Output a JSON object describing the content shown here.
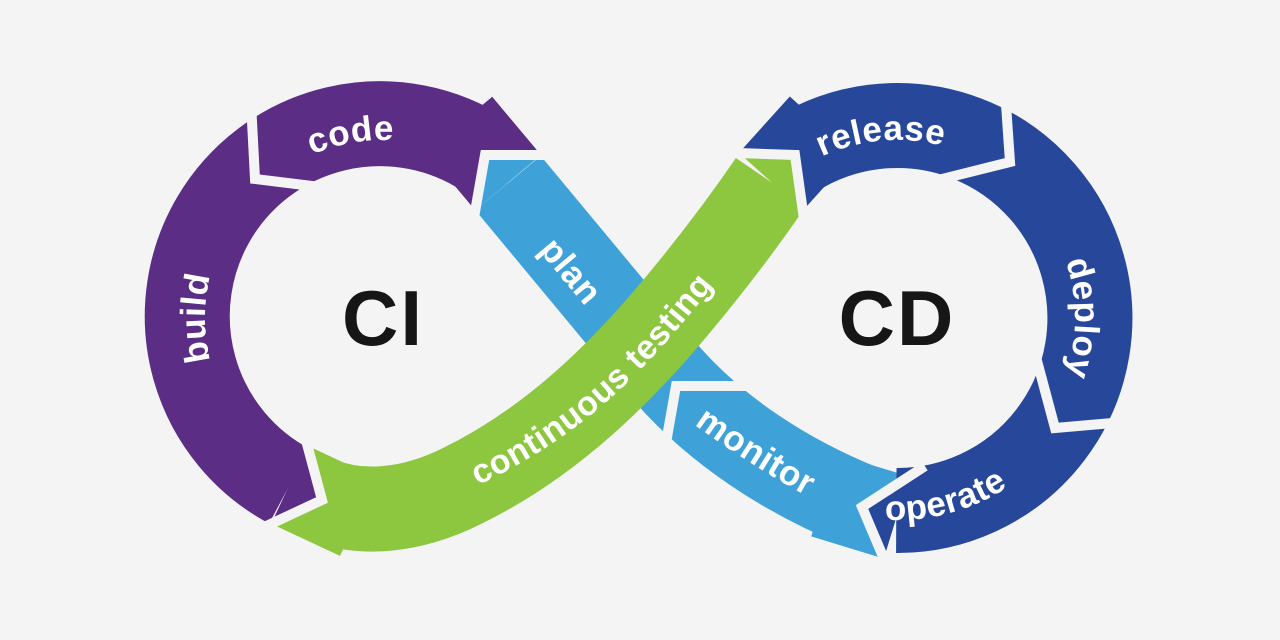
{
  "background_color": "#f4f4f5",
  "label_text_color": "#ffffff",
  "title_text_color": "#161616",
  "ci_loop": {
    "title": "CI",
    "ring_color": "#5b2d84",
    "segments": [
      {
        "label": "code"
      },
      {
        "label": "build"
      }
    ]
  },
  "cd_loop": {
    "title": "CD",
    "ring_color": "#27489a",
    "segments": [
      {
        "label": "release"
      },
      {
        "label": "deploy"
      },
      {
        "label": "operate"
      }
    ]
  },
  "connector": {
    "color": "#3ea2d9",
    "segments": [
      {
        "label": "plan"
      },
      {
        "label": "monitor"
      }
    ]
  },
  "testing_band": {
    "label": "continuous testing",
    "color": "#8dc63f"
  }
}
